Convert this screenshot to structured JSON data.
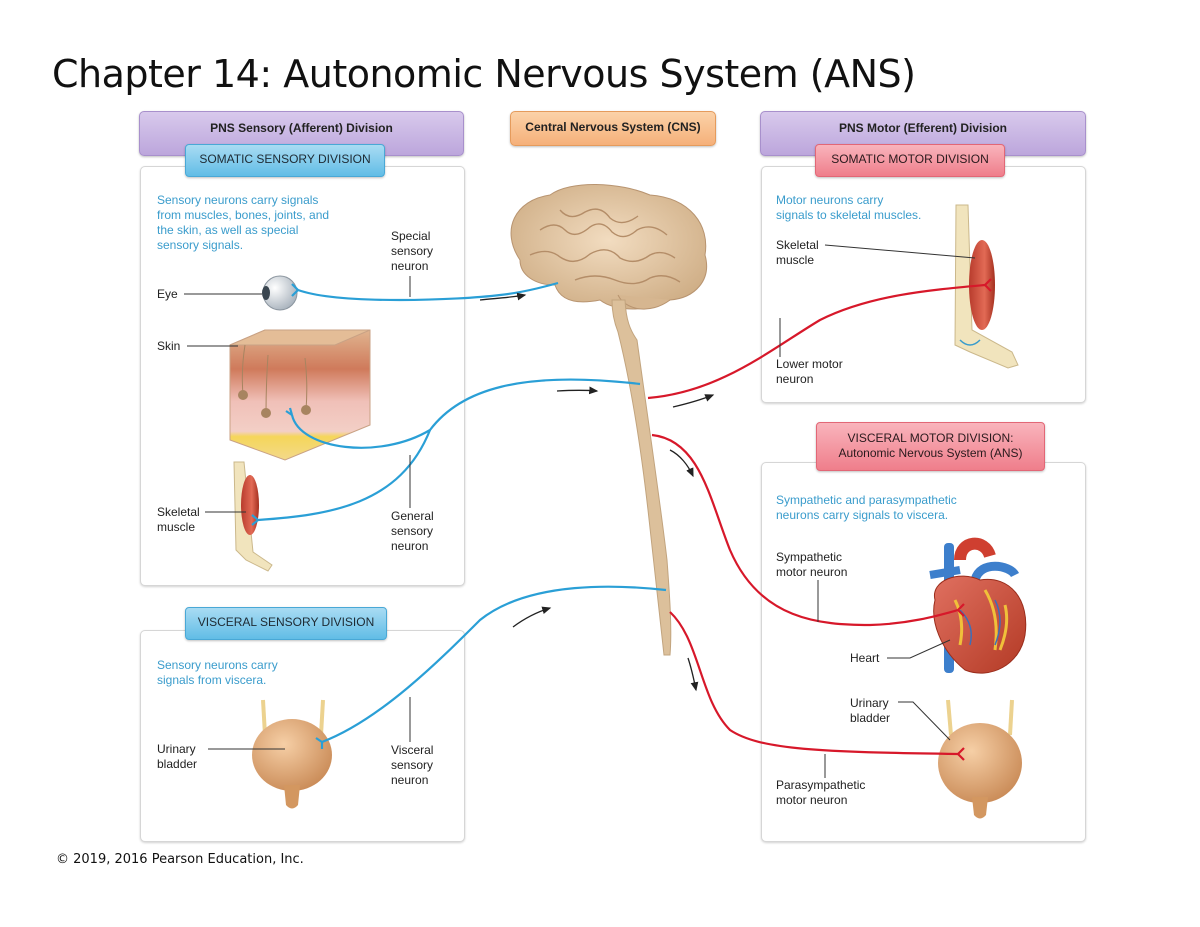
{
  "title": "Chapter 14: Autonomic Nervous System (ANS)",
  "copyright": "© 2019, 2016 Pearson Education, Inc.",
  "headers": {
    "sensory": "PNS Sensory (Afferent) Division",
    "cns": "Central Nervous System (CNS)",
    "motor": "PNS Motor (Efferent) Division"
  },
  "somatic_sensory": {
    "tab": "SOMATIC SENSORY DIVISION",
    "description": [
      "Sensory neurons carry signals",
      "from muscles, bones, joints, and",
      "the skin, as well as special",
      "sensory signals."
    ],
    "labels": {
      "eye": "Eye",
      "skin": "Skin",
      "skeletal_muscle": [
        "Skeletal",
        "muscle"
      ],
      "special_sensory_neuron": [
        "Special",
        "sensory",
        "neuron"
      ],
      "general_sensory_neuron": [
        "General",
        "sensory",
        "neuron"
      ]
    }
  },
  "visceral_sensory": {
    "tab": "VISCERAL SENSORY DIVISION",
    "description": [
      "Sensory neurons carry",
      "signals from viscera."
    ],
    "labels": {
      "urinary_bladder": [
        "Urinary",
        "bladder"
      ],
      "visceral_sensory_neuron": [
        "Visceral",
        "sensory",
        "neuron"
      ]
    }
  },
  "somatic_motor": {
    "tab": "SOMATIC MOTOR DIVISION",
    "description": [
      "Motor neurons carry",
      "signals to skeletal muscles."
    ],
    "labels": {
      "skeletal_muscle": [
        "Skeletal",
        "muscle"
      ],
      "lower_motor_neuron": [
        "Lower motor",
        "neuron"
      ]
    }
  },
  "visceral_motor": {
    "tab": [
      "VISCERAL MOTOR DIVISION:",
      "Autonomic Nervous System (ANS)"
    ],
    "description": [
      "Sympathetic and parasympathetic",
      "neurons carry signals to viscera."
    ],
    "labels": {
      "sympathetic_motor_neuron": [
        "Sympathetic",
        "motor neuron"
      ],
      "heart": "Heart",
      "urinary_bladder": [
        "Urinary",
        "bladder"
      ],
      "parasympathetic_motor_neuron": [
        "Parasympathetic",
        "motor neuron"
      ]
    }
  },
  "colors": {
    "sensory_neuron": "#2a9fd6",
    "motor_neuron": "#d7182a",
    "header_purple": "#c7b3e2",
    "header_orange": "#f7bd8a",
    "tab_blue": "#7ccbee",
    "tab_red": "#f2919c"
  }
}
